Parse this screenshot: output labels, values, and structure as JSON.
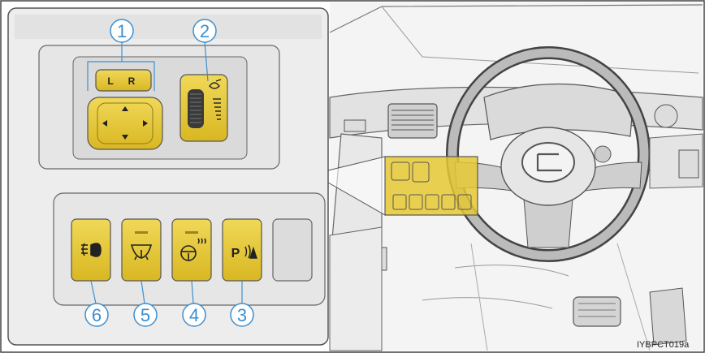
{
  "panel": {
    "mirror_selector": {
      "left_label": "L",
      "right_label": "R"
    }
  },
  "callouts": [
    "1",
    "2",
    "3",
    "4",
    "5",
    "6"
  ],
  "buttons": [
    {
      "icon": "fog-light-icon"
    },
    {
      "icon": "headlight-cleaner-icon"
    },
    {
      "icon": "steering-heater-icon"
    },
    {
      "icon": "parking-assist-icon",
      "text": "P"
    }
  ],
  "image_code": "IYBPCT019a",
  "colors": {
    "highlight": "#e6c832",
    "highlight_dark": "#b59a16",
    "callout": "#3d8fcf",
    "line": "#333333"
  }
}
